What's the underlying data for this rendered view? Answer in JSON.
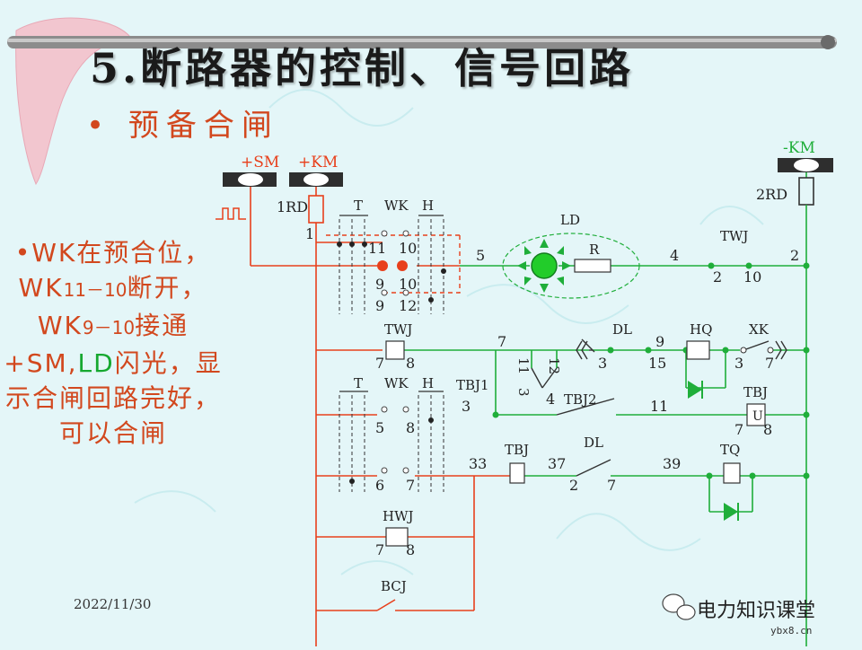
{
  "title": "5.断路器的控制、信号回路",
  "subtitle": "•  预备合闸",
  "note": {
    "line1": "•WK在预合位，",
    "line2a": "WK",
    "line2b": "11－10",
    "line2c": "断开，",
    "line3a": "WK",
    "line3b": "9－10",
    "line3c": "接通",
    "line4a": "+SM,",
    "line4b": "LD",
    "line4c": "闪光，显",
    "line5": "示合闸回路完好，",
    "line6": "可以合闸"
  },
  "footer": {
    "date": "2022/11/30",
    "brand": "电力知识课堂",
    "brand_sub": "ybx8.cn"
  },
  "colors": {
    "red_wire": "#e8401c",
    "green_wire": "#1fae3a",
    "accent_text": "#d2481e",
    "bus_bar": "#2e2e2e"
  },
  "diagram": {
    "bus_sm": "+SM",
    "bus_km": "+KM",
    "bus_neg": "-KM",
    "fuse1": "1RD",
    "fuse2": "2RD",
    "t": "T",
    "wk": "WK",
    "h": "H",
    "lamp": "LD",
    "resistor": "R",
    "twj": "TWJ",
    "dl": "DL",
    "hq": "HQ",
    "xk": "XK",
    "tbj": "TBJ",
    "tbj1": "TBJ1",
    "tbj2": "TBJ2",
    "u": "U",
    "tq": "TQ",
    "hwj": "HWJ",
    "bcj": "BCJ",
    "n1": "1",
    "n2": "2",
    "n3": "3",
    "n4": "4",
    "n5": "5",
    "n6": "6",
    "n7": "7",
    "n8": "8",
    "n9": "9",
    "n10": "10",
    "n11": "11",
    "n12": "12",
    "n15": "15",
    "n33": "33",
    "n37": "37",
    "n39": "39"
  }
}
